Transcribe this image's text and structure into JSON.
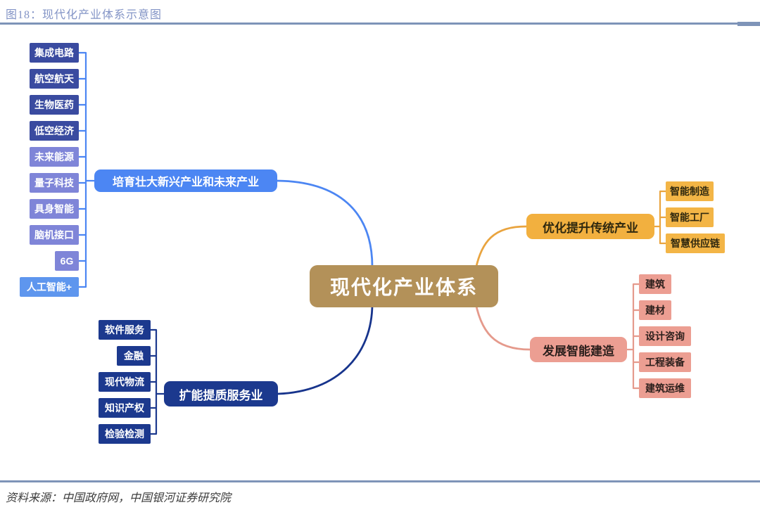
{
  "header": {
    "title": "图18：现代化产业体系示意图"
  },
  "footer": {
    "source": "资料来源：中国政府网，中国银河证券研究院"
  },
  "center": {
    "label": "现代化产业体系"
  },
  "branches": [
    {
      "label": "培育壮大新兴产业和未来产业",
      "children": [
        "集成电路",
        "航空航天",
        "生物医药",
        "低空经济",
        "未来能源",
        "量子科技",
        "具身智能",
        "脑机接口",
        "6G",
        "人工智能+"
      ]
    },
    {
      "label": "扩能提质服务业",
      "children": [
        "软件服务",
        "金融",
        "现代物流",
        "知识产权",
        "检验检测"
      ]
    },
    {
      "label": "优化提升传统产业",
      "children": [
        "智能制造",
        "智能工厂",
        "智慧供应链"
      ]
    },
    {
      "label": "发展智能建造",
      "children": [
        "建筑",
        "建材",
        "设计咨询",
        "工程装备",
        "建筑运维"
      ]
    }
  ],
  "colors": {
    "center_node": "#B39159",
    "branch_emerging": "#4C86F3",
    "branch_services": "#1C398E",
    "branch_traditional": "#F2B03F",
    "branch_construction": "#EC9E92",
    "child_dark_indigo": "#3A4BA0",
    "child_purple": "#7F85D8",
    "child_bright_blue": "#5E96EE",
    "header_rule": "#7E94B8",
    "title_text": "#8394C6"
  }
}
